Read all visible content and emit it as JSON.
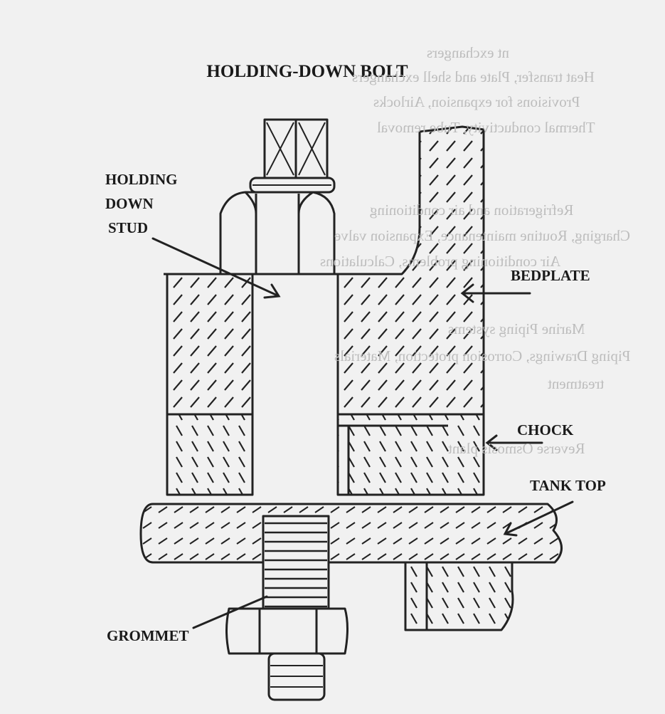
{
  "diagram": {
    "title": "HOLDING-DOWN BOLT",
    "labels": {
      "stud_line1": "HOLDING",
      "stud_line2": "DOWN",
      "stud_line3": "STUD",
      "bedplate": "BEDPLATE",
      "chock": "CHOCK",
      "tank_top": "TANK TOP",
      "grommet": "GROMMET"
    }
  },
  "bleed_through": [
    "nt exchangers",
    "Heat transfer, Plate and shell exchangers",
    "Provisions for expansion, Airlocks",
    "Thermal conductivity, Tube removal",
    "Refrigeration and air conditioning",
    "Charging, Routine maintenance, Expansion valve",
    "Air conditioning problems, Calculations",
    "Marine Piping systems",
    "Piping Drawings, Corrosion protection, Materials",
    "treatment",
    "Reverse Osmosis plant"
  ]
}
